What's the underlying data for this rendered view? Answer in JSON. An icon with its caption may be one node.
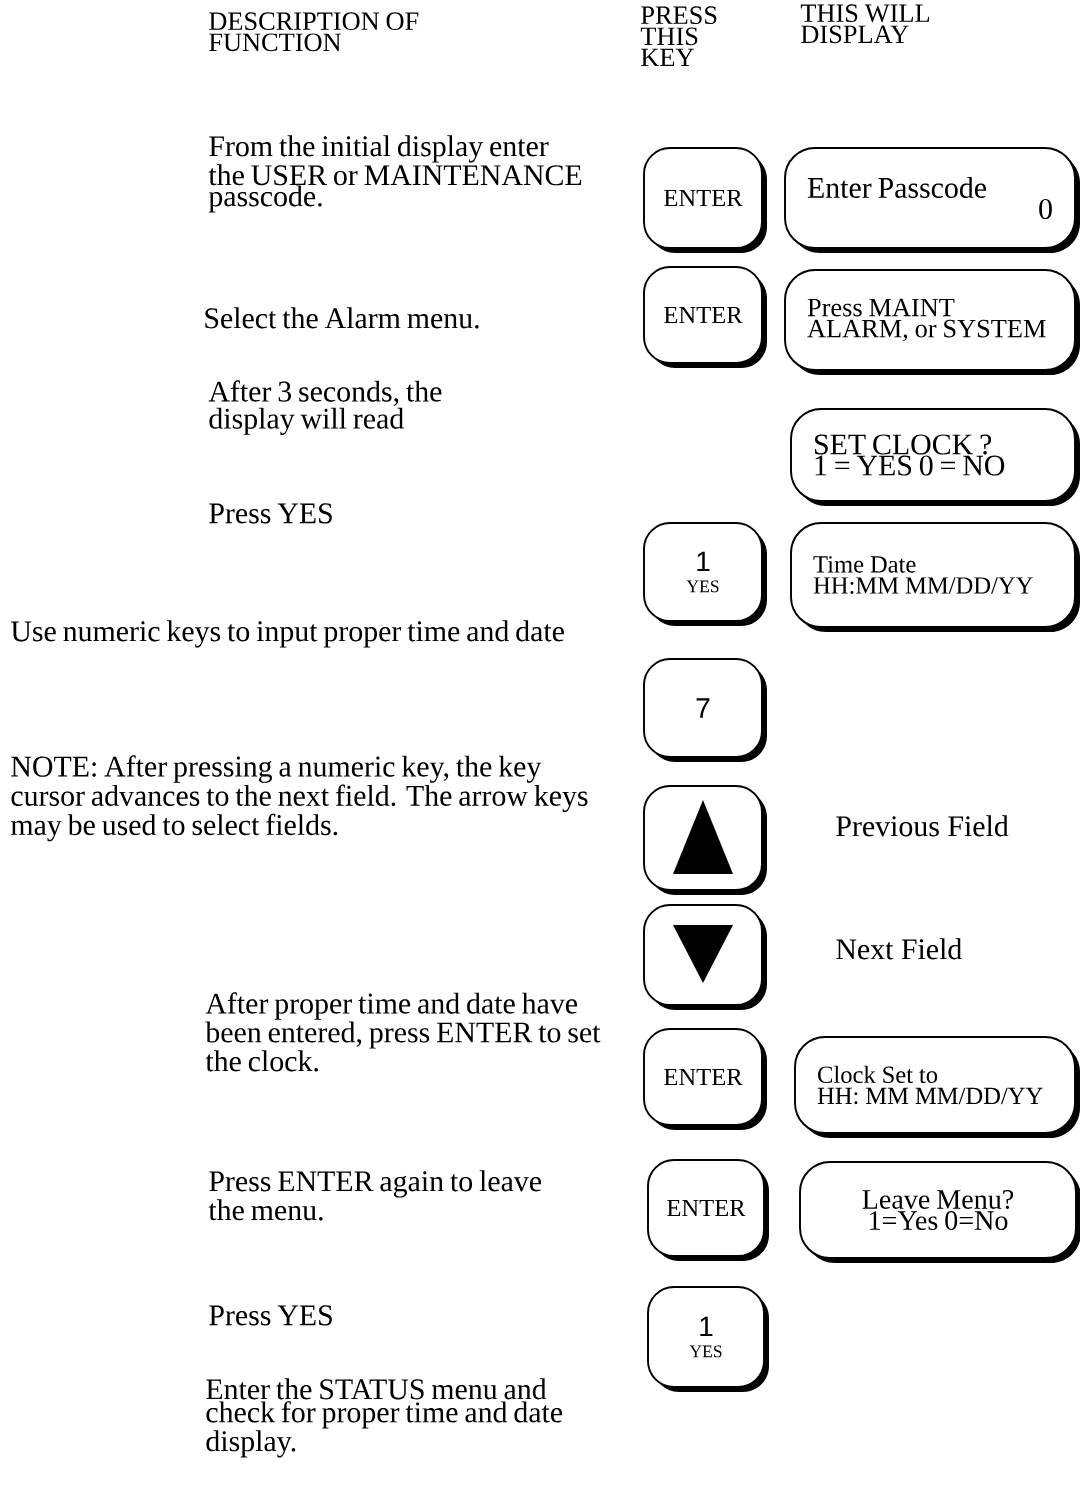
{
  "diagram": {
    "nodes": [
      {
        "text": [
          "ENTER"
        ]
      },
      {
        "text": [
          "Enter Passcode",
          "0"
        ]
      },
      {
        "text": [
          "ENTER"
        ]
      },
      {
        "text": [
          "Press MAINT",
          "ALARM, or SYSTEM"
        ]
      },
      {
        "text": [
          "SET CLOCK ?",
          "1 = YES 0 = NO"
        ]
      },
      {
        "text": [
          "1",
          "YES"
        ]
      },
      {
        "text": [
          "Time Date",
          "HH:MM MM/DD/YY"
        ]
      },
      {
        "text": [
          "7"
        ]
      },
      {
        "text": [],
        "shape": "box",
        "beside": [
          "Previous Field"
        ]
      },
      {
        "text": [],
        "shape": "box",
        "beside": [
          "Next Field"
        ]
      },
      {
        "text": [
          "ENTER"
        ]
      },
      {
        "text": [
          "Clock Set to",
          "HH: MM MM/DD/YY"
        ]
      },
      {
        "text": [
          "ENTER"
        ]
      },
      {
        "text": [
          "Leave Menu?",
          "1=Yes 0=No"
        ]
      },
      {
        "text": [
          "1",
          "YES"
        ]
      }
    ],
    "labels": [
      "DESCRIPTION OF FUNCTION",
      "PRESS THIS KEY",
      "THIS WILL DISPLAY",
      "From the initial display enter the USER or MAINTENANCE passcode.",
      "Select the Alarm menu.",
      "After 3 seconds, the display will read",
      "Press YES",
      "Use numeric keys to input proper time and date",
      "NOTE: After pressing a numeric key, the key cursor advances to the next field. The arrow keys may be used to select fields.",
      "After proper time and date have been entered, press ENTER to set the clock.",
      "Press ENTER again to leave the menu.",
      "Press YES",
      "Enter the STATUS menu and check for proper time and date display."
    ]
  }
}
